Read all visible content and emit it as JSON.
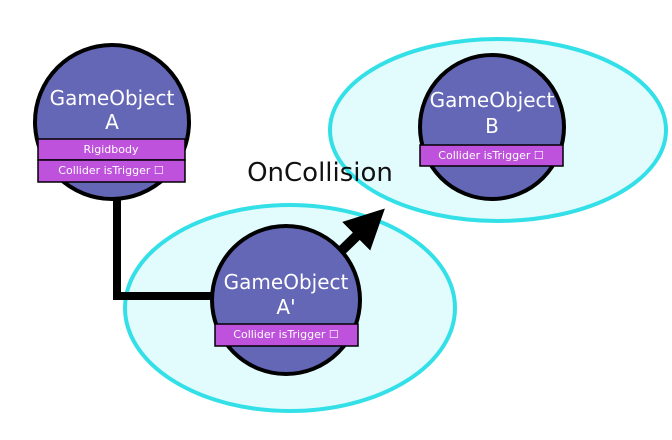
{
  "colors": {
    "trigger_zone_fill": "#e2fbfc",
    "trigger_zone_stroke": "#33e0e8",
    "object_fill": "#6466b6",
    "object_stroke": "#000000",
    "component_fill": "#bf52dc",
    "connector": "#000000",
    "text_light": "#ffffff",
    "text_dark": "#111111"
  },
  "objects": {
    "a": {
      "title_line1": "GameObject",
      "title_line2": "A",
      "rigidbody_label": "Rigidbody",
      "collider_label": "Collider isTrigger ☐"
    },
    "b": {
      "title_line1": "GameObject",
      "title_line2": "B",
      "collider_label": "Collider isTrigger ☐"
    },
    "a_prime": {
      "title_line1": "GameObject",
      "title_line2": "A'",
      "collider_label": "Collider isTrigger ☐"
    }
  },
  "event": {
    "label": "OnCollision"
  },
  "icons": {
    "checkbox": "empty-checkbox-icon",
    "arrow": "arrow-head-icon"
  }
}
